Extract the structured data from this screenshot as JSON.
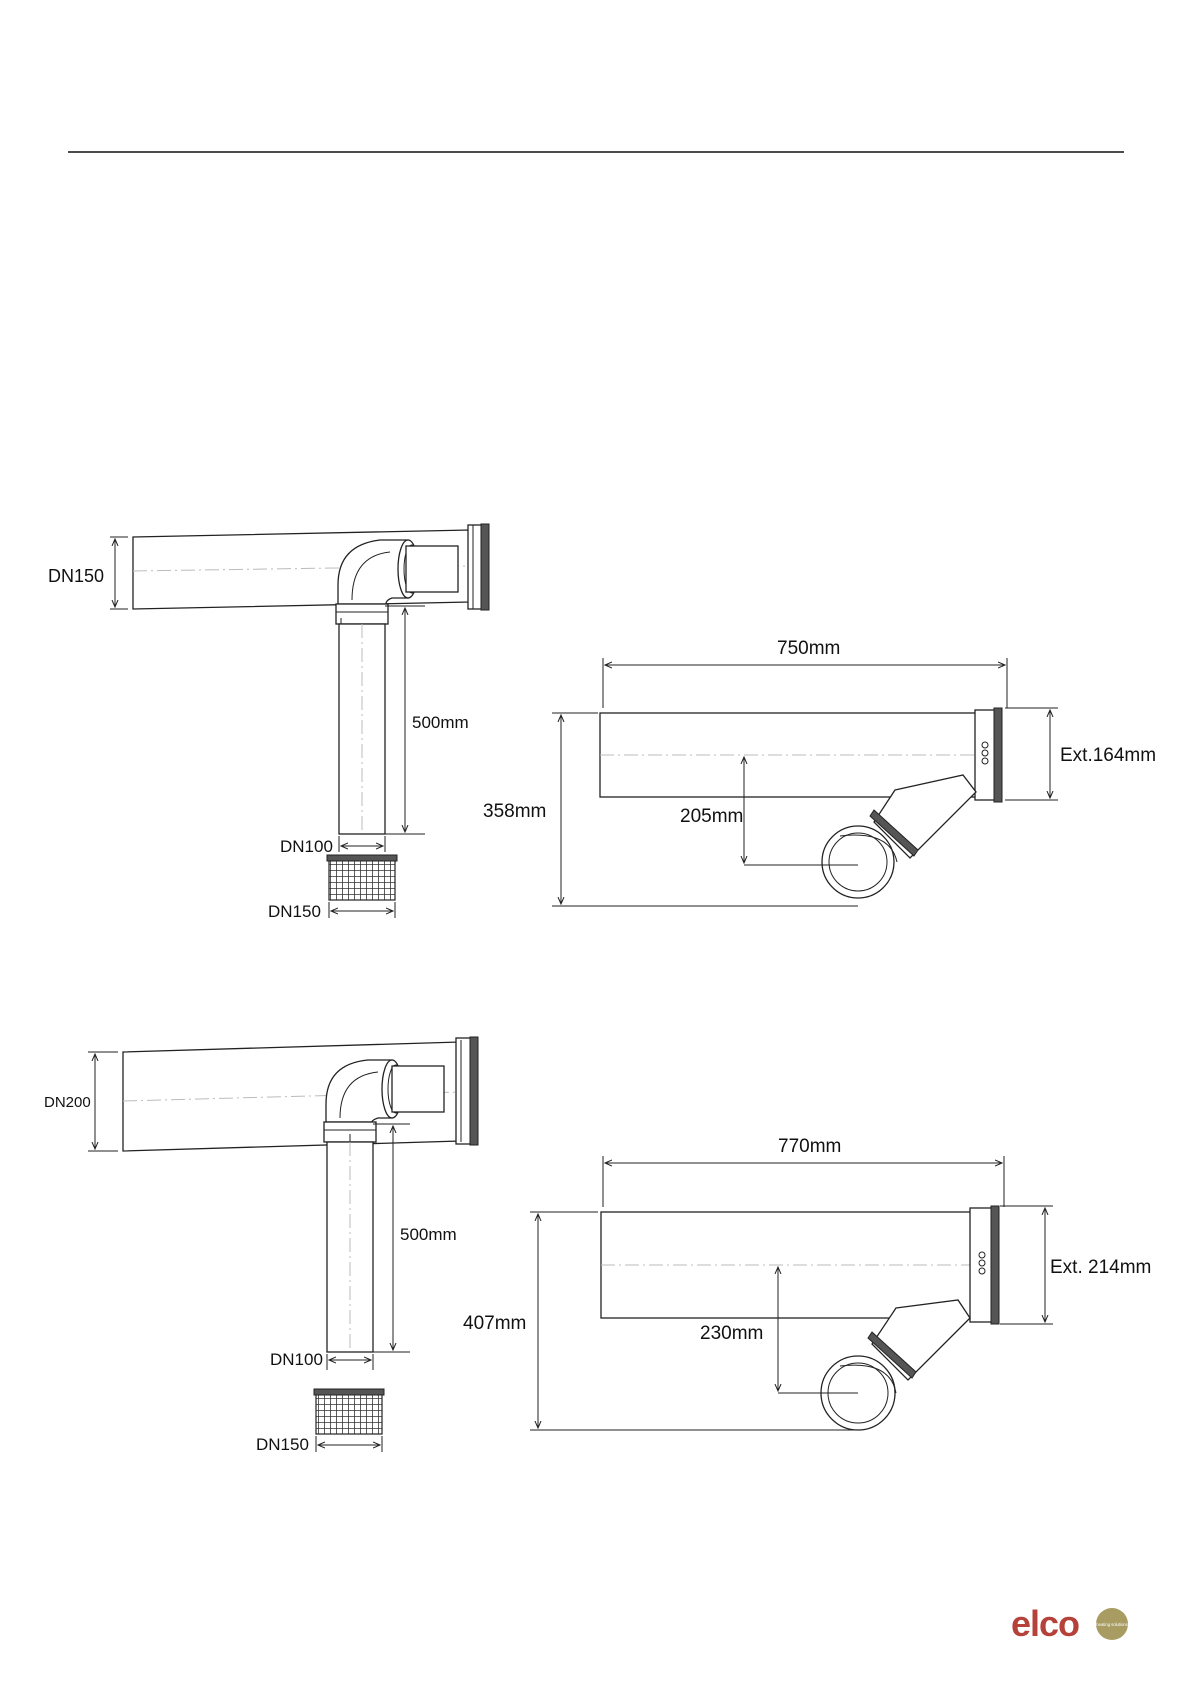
{
  "brand": {
    "name": "elco",
    "tagline": "heating solutions",
    "color": "#b5413a",
    "badge_color": "#a89c63"
  },
  "kit1": {
    "side": {
      "top_dn": "DN150",
      "leg_length": "500mm",
      "bottom_dn": "DN100",
      "basket_dn": "DN150"
    },
    "front": {
      "length": "750mm",
      "height": "358mm",
      "offset": "205mm",
      "diameter": "Ext.164mm"
    }
  },
  "kit2": {
    "side": {
      "top_dn": "DN200",
      "leg_length": "500mm",
      "bottom_dn": "DN100",
      "basket_dn": "DN150"
    },
    "front": {
      "length": "770mm",
      "height": "407mm",
      "offset": "230mm",
      "diameter": "Ext. 214mm"
    }
  }
}
